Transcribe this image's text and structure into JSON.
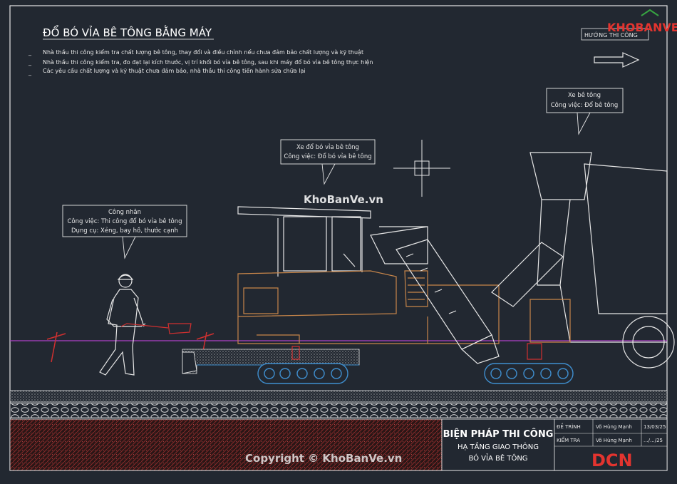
{
  "drawing": {
    "title": "ĐỔ BÓ VỈA BÊ TÔNG BẰNG MÁY",
    "notes": [
      "Nhà thầu thi công kiểm tra chất lượng bê tông, thay đổi và điều chỉnh nếu chưa đảm bảo chất lượng và kỹ thuật",
      "Nhà thầu thi công kiểm tra, đo đạt lại kích thước, vị trí khối bó vỉa bê tông, sau khi máy đổ bó vỉa bê tông thực hiện",
      "Các yêu cầu chất lượng và kỹ thuật chưa đảm bảo, nhà thầu thi công tiến hành sửa chữa lại"
    ],
    "note_bullet": "_",
    "direction_label": "HƯỚNG THI CÔNG",
    "callouts": {
      "mixer": {
        "line1": "Xe bê tông",
        "line2": "Công việc: Đổ bê tông"
      },
      "paver": {
        "line1": "Xe đổ bó vỉa bê tông",
        "line2": "Công việc: Đổ bó vỉa bê tông"
      },
      "worker": {
        "line1": "Công nhân",
        "line2": "Công việc: Thi công đổ bó vỉa bê tông",
        "line3": "Dụng cụ: Xẻng, bay hồ, thước cạnh"
      }
    }
  },
  "title_block": {
    "main_title": "BIỆN PHÁP THI CÔNG",
    "sub_title_1": "HẠ TẦNG GIAO THÔNG",
    "sub_title_2": "BÓ VỈA BÊ TÔNG",
    "rows": [
      {
        "role": "ĐỀ TRÌNH",
        "name": "Võ Hùng Mạnh",
        "date": "13/03/25"
      },
      {
        "role": "KIỂM TRA",
        "name": "Võ Hùng Mạnh",
        "date": ".../.../25"
      }
    ],
    "company_logo": "DCN"
  },
  "watermarks": {
    "center": "KhoBanVe.vn",
    "copyright": "Copyright © KhoBanVe.vn",
    "logo": "KHOBANVE"
  },
  "colors": {
    "background": "#222831",
    "line": "#e6e6e6",
    "machine": "#c8864a",
    "track": "#3f8fd0",
    "ground_line": "#b040c8",
    "stakes": "#d03030",
    "logo_red": "#e3342f",
    "logo_green": "#37a441",
    "hatch": "#8a2a2a"
  }
}
